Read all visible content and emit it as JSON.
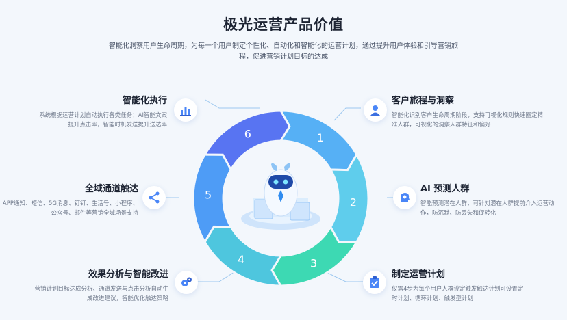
{
  "title": "极光运营产品价值",
  "subtitle": "智能化洞察用户生命周期，为每一个用户制定个性化、自动化和智能化的运营计划，通过提升用户体验和引导营销旅程，促进营销计划目标的达成",
  "segment_numbers": [
    "1",
    "2",
    "3",
    "4",
    "5",
    "6"
  ],
  "segment_colors": [
    "#56b0f5",
    "#5fcdec",
    "#3dd9b3",
    "#4ec6de",
    "#4e9cf6",
    "#5874f2"
  ],
  "items": {
    "journey": {
      "title": "客户旅程与洞察",
      "desc": "智能化识别客户生命周期阶段，支持可视化规则快速圈定精准人群，可视化的洞察人群特征和偏好",
      "icon": "person-icon"
    },
    "ai": {
      "title": "AI 预测人群",
      "desc": "智能预测潜在人群，可针对潜在人群提前介入运营动作，防沉默、防丢失和促转化",
      "icon": "ai-head-icon"
    },
    "plan": {
      "title": "制定运营计划",
      "desc": "仅需4步为每个用户人群设定触发触达计划可设置定时计划、循环计划、触发型计划",
      "icon": "checklist-icon"
    },
    "analysis": {
      "title": "效果分析与智能改进",
      "desc": "营销计划目标达成分析、通道发送与点击分析自动生成改进建议，智能优化触达策略",
      "icon": "gears-icon"
    },
    "channel": {
      "title": "全域通道触达",
      "desc": "APP通知、短信、5G消息、钉钉、生活号、小程序、公众号、邮件等营销全域场景支持",
      "icon": "share-icon"
    },
    "exec": {
      "title": "智能化执行",
      "desc": "系统根据运营计划自动执行各类任务；AI智能文案提升点击率，智能时机发送提升送达率",
      "icon": "bar-chart-icon"
    }
  },
  "colors": {
    "accent": "#3a7cf5",
    "icon": "#4a86f7"
  }
}
